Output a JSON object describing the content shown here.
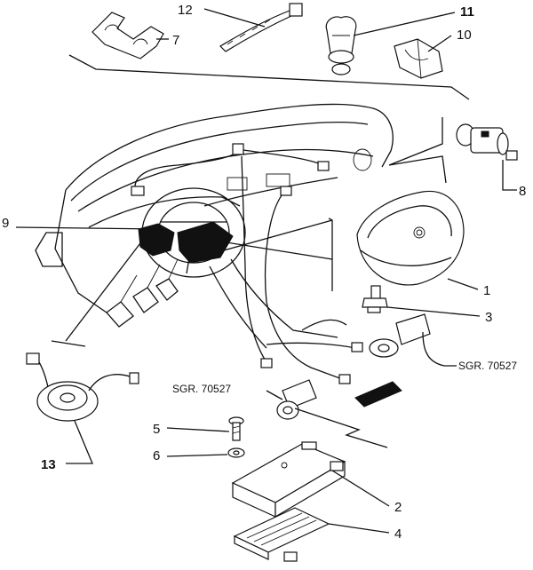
{
  "callouts": [
    {
      "id": "12",
      "label": "12"
    },
    {
      "id": "11",
      "label": "11"
    },
    {
      "id": "10",
      "label": "10"
    },
    {
      "id": "7",
      "label": "7"
    },
    {
      "id": "8",
      "label": "8"
    },
    {
      "id": "9",
      "label": "9"
    },
    {
      "id": "1",
      "label": "1"
    },
    {
      "id": "3",
      "label": "3"
    },
    {
      "id": "5",
      "label": "5"
    },
    {
      "id": "6",
      "label": "6"
    },
    {
      "id": "2",
      "label": "2"
    },
    {
      "id": "4",
      "label": "4"
    },
    {
      "id": "13",
      "label": "13"
    }
  ],
  "references": {
    "right": "SGR. 70527",
    "center": "SGR. 70527"
  }
}
